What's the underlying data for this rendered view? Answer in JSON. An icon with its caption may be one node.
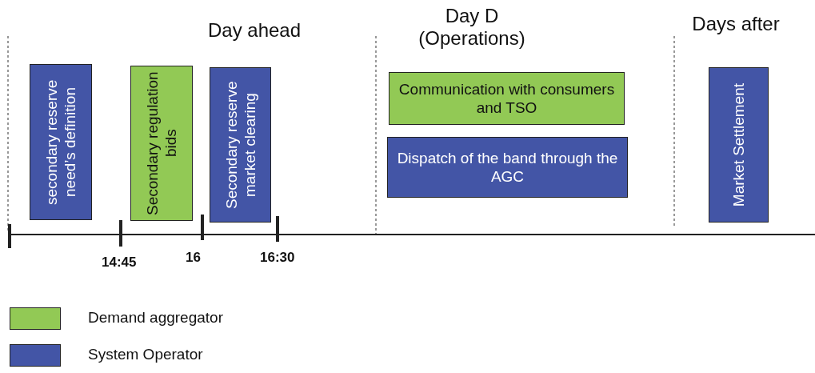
{
  "diagram": {
    "nodes": [
      {
        "text": [
          "secondary reserve need’s definition"
        ]
      },
      {
        "text": [
          "Secondary regulation bids"
        ]
      },
      {
        "text": [
          "Secondary reserve market clearing"
        ]
      },
      {
        "text": [
          "Communication with consumers and TSO"
        ]
      },
      {
        "text": [
          "Dispatch of the band through the AGC"
        ]
      },
      {
        "text": [
          "Market Settlement"
        ]
      }
    ],
    "labels": [
      "Day ahead",
      "Day D (Operations)",
      "Days after",
      "14:45",
      "16",
      "16:30"
    ],
    "legend": [
      {
        "text": "Demand aggregator",
        "color": "#92c955"
      },
      {
        "text": "System Operator",
        "color": "#4355a6"
      }
    ]
  }
}
